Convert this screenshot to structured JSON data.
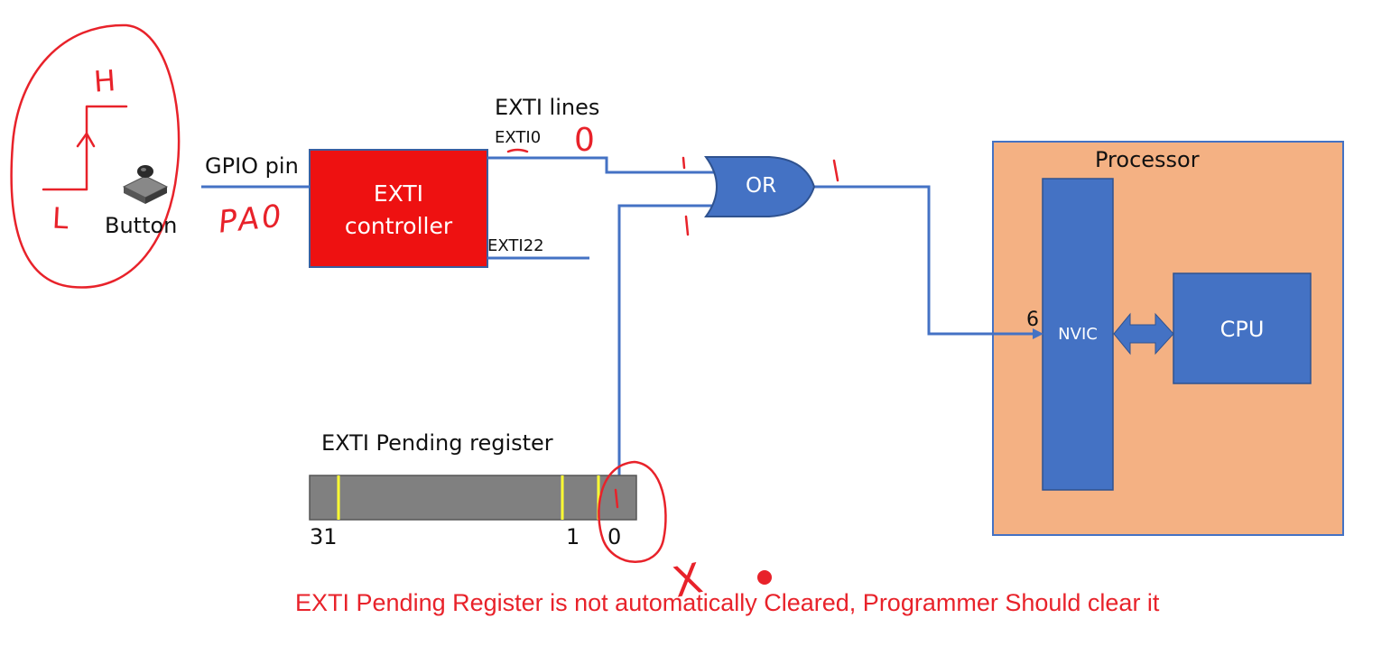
{
  "labels": {
    "button": "Button",
    "gpio_pin": "GPIO pin",
    "exti_controller_line1": "EXTI",
    "exti_controller_line2": "controller",
    "exti_lines": "EXTI lines",
    "exti0": "EXTI0",
    "exti22": "EXTI22",
    "or_gate": "OR",
    "processor": "Processor",
    "nvic": "NVIC",
    "cpu": "CPU",
    "irq_number": "6",
    "pending_register": "EXTI Pending register",
    "bit_31": "31",
    "bit_1": "1",
    "bit_0": "0",
    "note": "EXTI Pending Register is not automatically Cleared, Programmer Should clear it"
  },
  "handwriting": {
    "high": "H",
    "low": "L",
    "pin_name": "PA0",
    "exti0_value": "0",
    "or_output": "1",
    "pending_bit_value": "1",
    "cross_mark": "X"
  },
  "colors": {
    "exti_controller": "#ee1111",
    "block_blue": "#4472c4",
    "processor_bg": "#f4b183",
    "register_gray": "#808080",
    "register_divider": "#ffff33",
    "annotation_red": "#e8222a",
    "note_text": "#e8222a"
  }
}
